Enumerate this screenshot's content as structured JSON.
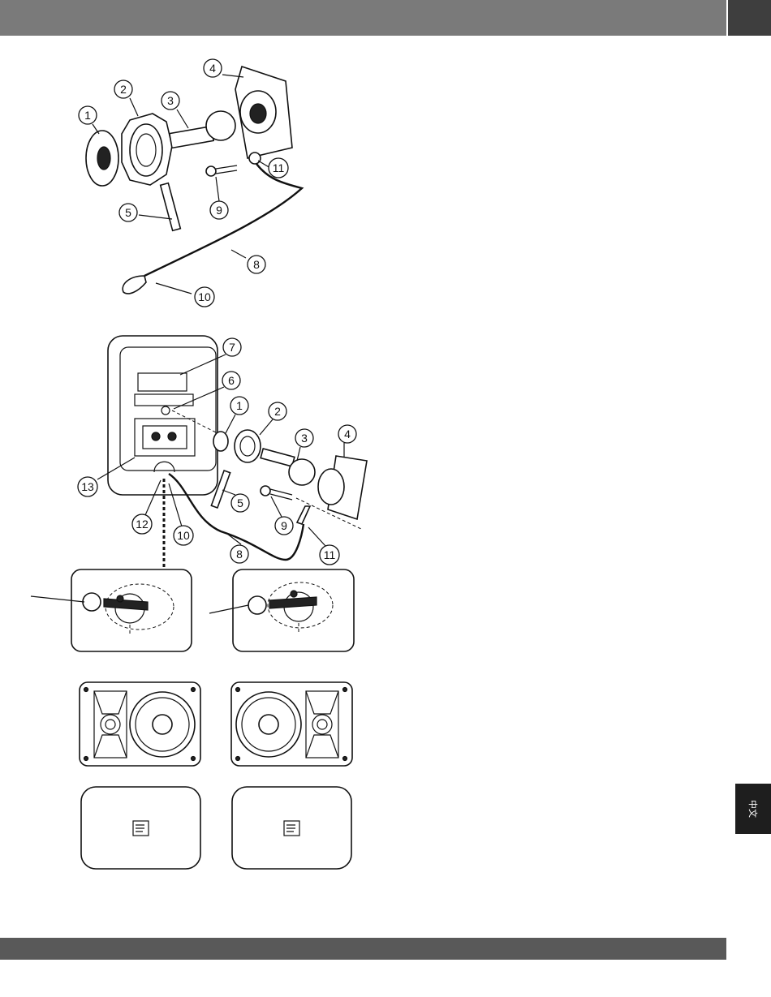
{
  "header": {
    "accent": "#7a7a7a",
    "tab_color": "#3e3e3e"
  },
  "footer": {
    "bar_color": "#595959"
  },
  "language_tab": {
    "label": "中文"
  },
  "figure_top": {
    "callouts": [
      "1",
      "2",
      "3",
      "4",
      "5",
      "8",
      "9",
      "10",
      "11"
    ]
  },
  "figure_bottom": {
    "callouts": [
      "1",
      "2",
      "3",
      "4",
      "5",
      "6",
      "7",
      "8",
      "9",
      "10",
      "11",
      "12",
      "13"
    ]
  }
}
